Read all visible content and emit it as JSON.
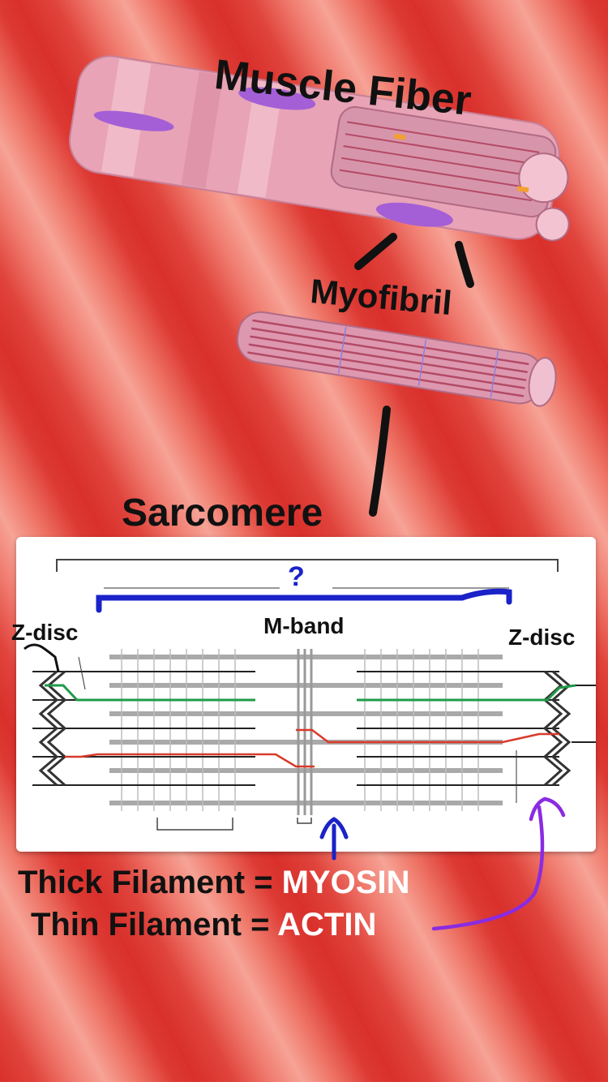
{
  "titles": {
    "muscle_fiber": "Muscle Fiber",
    "myofibril": "Myofibril",
    "sarcomere": "Sarcomere"
  },
  "diagram": {
    "question": "?",
    "m_band": "M-band",
    "z_disc_left": "Z-disc",
    "z_disc_right": "Z-disc"
  },
  "legend": {
    "thick_prefix": "Thick Filament =",
    "thick_value": "MYOSIN",
    "thin_prefix": "Thin Filament =",
    "thin_value": "ACTIN"
  },
  "colors": {
    "fiber": "#e8a3b6",
    "nucleus": "#a45fd6",
    "myosin_highlight": "#d93a2a",
    "actin_highlight": "#1f9a4a",
    "blue_annotation": "#1a22c8",
    "purple_annotation": "#8a2be2"
  }
}
